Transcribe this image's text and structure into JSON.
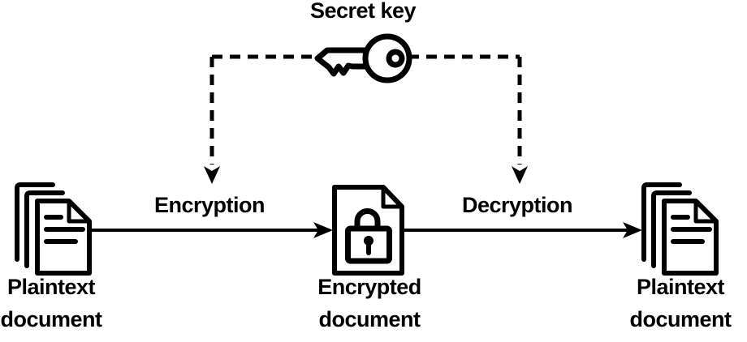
{
  "diagram": {
    "title": "Secret key",
    "type": "symmetric-encryption-flow",
    "colors": {
      "foreground": "#000000",
      "background": "#ffffff"
    },
    "nodes": {
      "secret_key": {
        "id": "secret_key",
        "label": "Secret key",
        "icon": "key-icon"
      },
      "plaintext_left": {
        "id": "plaintext_left",
        "label_lines": [
          "Plaintext",
          "document"
        ],
        "icon": "document-stack-icon"
      },
      "encrypted": {
        "id": "encrypted",
        "label_lines": [
          "Encrypted",
          "document"
        ],
        "icon": "locked-document-icon"
      },
      "plaintext_right": {
        "id": "plaintext_right",
        "label_lines": [
          "Plaintext",
          "document"
        ],
        "icon": "document-stack-icon"
      }
    },
    "edges": [
      {
        "from": "plaintext_left",
        "to": "encrypted",
        "label": "Encryption",
        "style": "solid-arrow"
      },
      {
        "from": "encrypted",
        "to": "plaintext_right",
        "label": "Decryption",
        "style": "solid-arrow"
      },
      {
        "from": "secret_key",
        "to": "encryption-step",
        "label": "",
        "style": "dashed-arrow"
      },
      {
        "from": "secret_key",
        "to": "decryption-step",
        "label": "",
        "style": "dashed-arrow"
      }
    ]
  }
}
